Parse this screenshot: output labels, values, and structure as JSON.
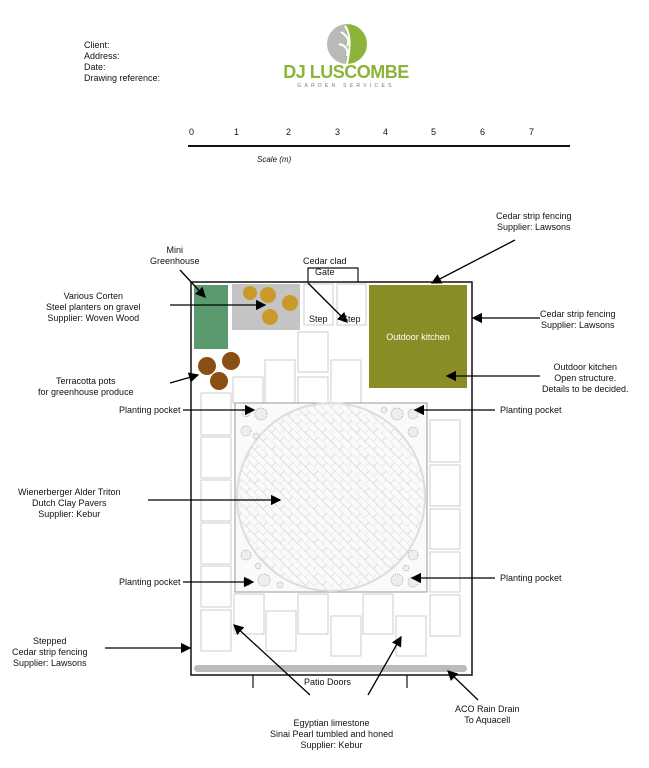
{
  "info": {
    "client": "Client:",
    "address": "Address:",
    "date": "Date:",
    "drawing_reference": "Drawing reference:"
  },
  "logo": {
    "name": "DJ LUSCOMBE",
    "tagline": "GARDEN SERVICES"
  },
  "scale": {
    "ticks": [
      "0",
      "1",
      "2",
      "3",
      "4",
      "5",
      "6",
      "7"
    ],
    "label": "Scale (m)"
  },
  "plan": {
    "step_label": "Step",
    "kitchen_label": "Outdoor kitchen",
    "patio_doors": "Patio Doors"
  },
  "callouts": {
    "mini_greenhouse": "Mini\nGreenhouse",
    "gate": "Cedar clad\nGate",
    "fencing_top": "Cedar strip fencing\nSupplier: Lawsons",
    "fencing_right": "Cedar strip fencing\nSupplier: Lawsons",
    "corten": "Various Corten\nSteel planters on gravel\nSupplier: Woven Wood",
    "kitchen": "Outdoor kitchen\nOpen structure.\nDetails to be decided.",
    "terracotta": "Terracotta pots\nfor greenhouse produce",
    "pp_tl": "Planting pocket",
    "pp_tr": "Planting pocket",
    "pp_bl": "Planting pocket",
    "pp_br": "Planting pocket",
    "pavers": "Wienerberger Alder Triton\nDutch Clay Pavers\nSupplier: Kebur",
    "stepped_fencing": "Stepped\nCedar strip fencing\nSupplier: Lawsons",
    "limestone": "Egyptian limestone\nSinai Pearl tumbled and honed\nSupplier: Kebur",
    "drain": "ACO Rain Drain\nTo Aquacell"
  },
  "colors": {
    "greenhouse": "#5a9a6e",
    "corten": "#c99a2a",
    "gravel": "#c4c4c4",
    "kitchen": "#8a8c25",
    "terracotta": "#8b4f14"
  }
}
